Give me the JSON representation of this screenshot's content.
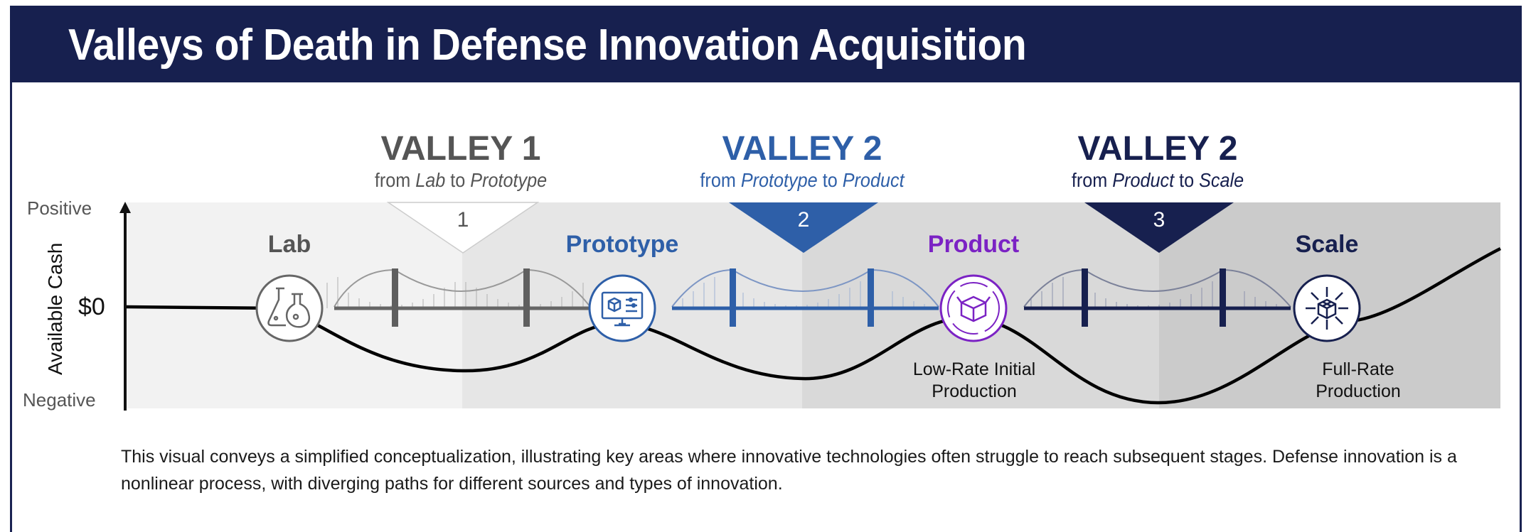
{
  "title": "Valleys of Death in Defense Innovation Acquisition",
  "valleys": [
    {
      "heading": "VALLEY 1",
      "sub_from": "from",
      "sub_a": "Lab",
      "sub_to": "to",
      "sub_b": "Prototype",
      "number": "1",
      "color": "#555555"
    },
    {
      "heading": "VALLEY 2",
      "sub_from": "from",
      "sub_a": "Prototype",
      "sub_to": "to",
      "sub_b": "Product",
      "number": "2",
      "color": "#2e5fa8"
    },
    {
      "heading": "VALLEY 2",
      "sub_from": "from",
      "sub_a": "Product",
      "sub_to": "to",
      "sub_b": "Scale",
      "number": "3",
      "color": "#17204f"
    }
  ],
  "axis": {
    "positive": "Positive",
    "negative": "Negative",
    "zero": "$0",
    "y_title": "Available Cash"
  },
  "stages": [
    {
      "label": "Lab",
      "color": "#555555",
      "icon": "flask-icon"
    },
    {
      "label": "Prototype",
      "color": "#2e5fa8",
      "icon": "computer-cube-icon"
    },
    {
      "label": "Product",
      "color": "#7b22c4",
      "icon": "box-cycle-icon"
    },
    {
      "label": "Scale",
      "color": "#17204f",
      "icon": "network-cube-icon"
    }
  ],
  "notes": {
    "product_line1": "Low-Rate Initial",
    "product_line2": "Production",
    "scale_line1": "Full-Rate",
    "scale_line2": "Production"
  },
  "caption": "This visual conveys a simplified conceptualization, illustrating key areas where innovative technologies often struggle to reach subsequent stages. Defense innovation is a nonlinear process, with diverging paths for different sources and types of innovation."
}
